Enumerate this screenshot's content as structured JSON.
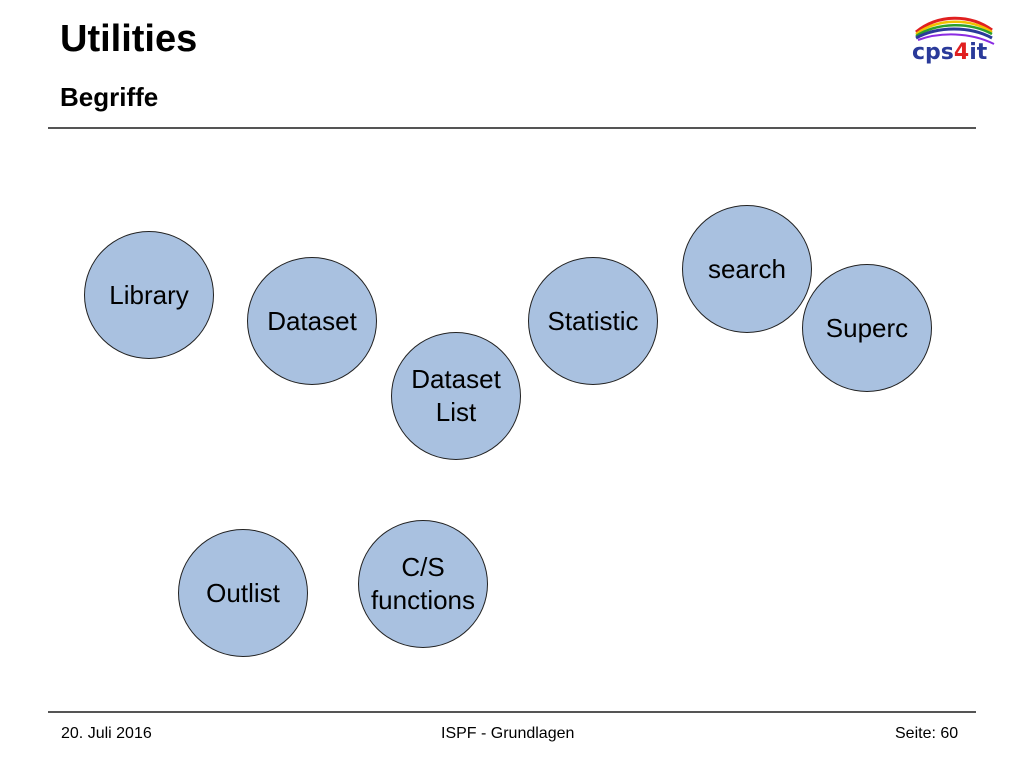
{
  "slide": {
    "title": "Utilities",
    "subtitle": "Begriffe"
  },
  "logo": {
    "text_main": "cps",
    "text_highlight": "4",
    "text_end": "it"
  },
  "bubbles": [
    {
      "id": "library",
      "label": "Library"
    },
    {
      "id": "dataset",
      "label": "Dataset"
    },
    {
      "id": "dataset-list",
      "label": "Dataset\nList"
    },
    {
      "id": "statistic",
      "label": "Statistic"
    },
    {
      "id": "search",
      "label": "search"
    },
    {
      "id": "superc",
      "label": "Superc"
    },
    {
      "id": "outlist",
      "label": "Outlist"
    },
    {
      "id": "cs-functions",
      "label": "C/S\nfunctions"
    }
  ],
  "colors": {
    "bubble_fill": "#a9c1e0",
    "bubble_border": "#222222",
    "rule": "#555555",
    "logo_blue": "#2a3a9a",
    "logo_red": "#e02020"
  },
  "footer": {
    "date": "20. Juli 2016",
    "center": "ISPF - Grundlagen",
    "page": "Seite: 60"
  }
}
